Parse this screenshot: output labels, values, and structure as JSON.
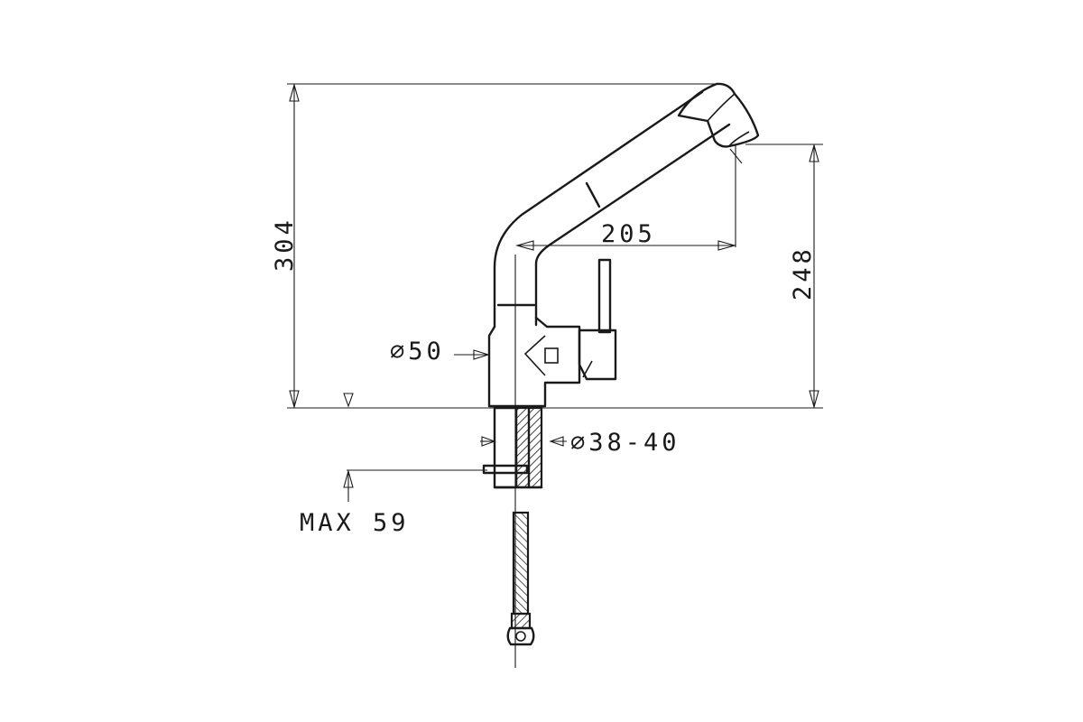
{
  "dimensions": {
    "overall_height": "304",
    "spout_height": "248",
    "spout_reach": "205",
    "body_diameter": "∅50",
    "hole_diameter": "∅38-40",
    "max_thickness": "MAX 59"
  },
  "colors": {
    "line": "#1a1a1a",
    "background": "#ffffff"
  }
}
